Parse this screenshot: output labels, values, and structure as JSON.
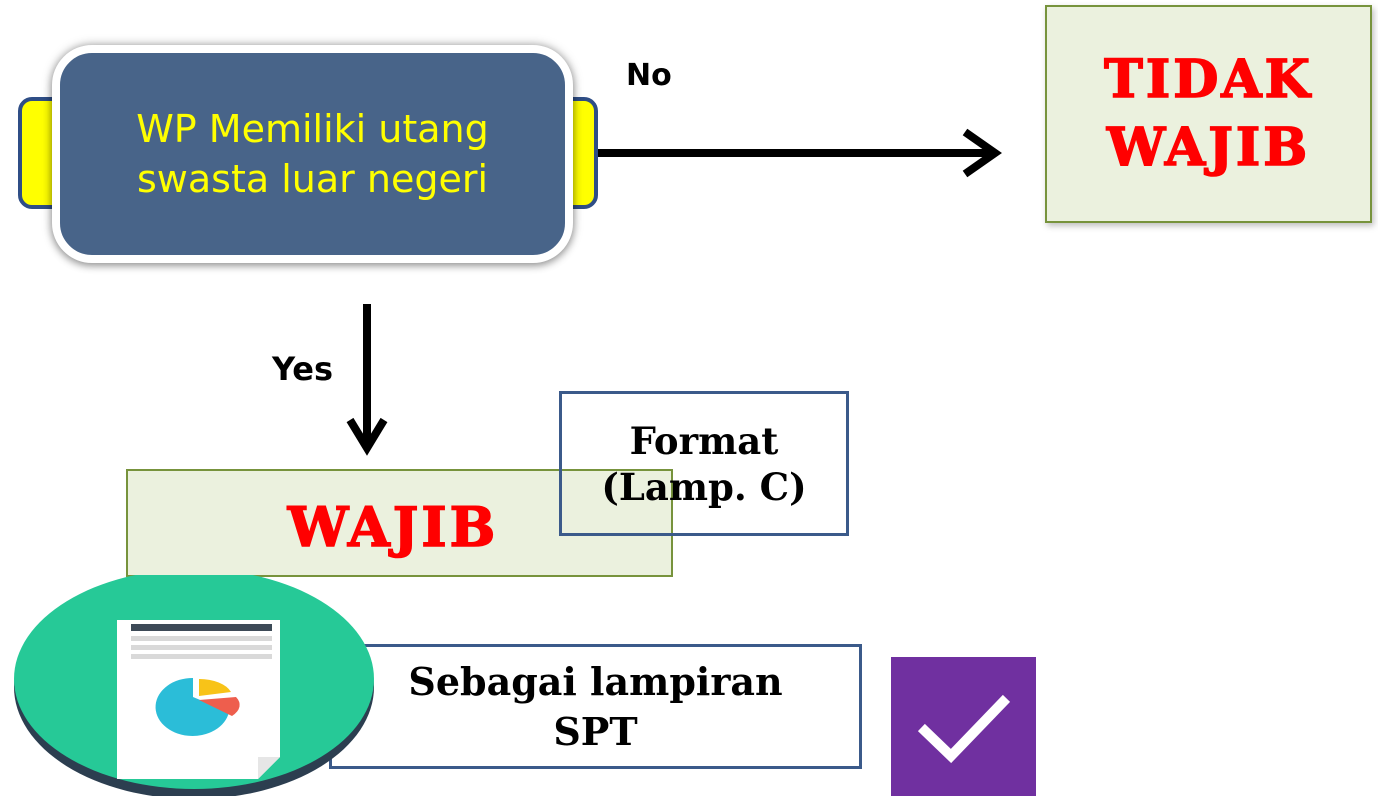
{
  "decision": {
    "text": "WP Memiliki utang swasta luar negeri"
  },
  "branches": {
    "no_label": "No",
    "yes_label": "Yes"
  },
  "outcomes": {
    "not_required": "TIDAK WAJIB",
    "required": "WAJIB"
  },
  "format_note": {
    "text": "Format (Lamp. C)"
  },
  "attachment_note": {
    "text": "Sebagai lampiran SPT"
  },
  "icons": {
    "report": "document-pie-chart-icon",
    "confirm": "checkmark-icon"
  },
  "colors": {
    "decision_fill": "#486489",
    "decision_text": "#ffff00",
    "side_tabs": "#ffff00",
    "result_fill": "#ebf1de",
    "result_border": "#77933c",
    "result_text": "#ff0000",
    "note_border": "#3b5a8a",
    "report_circle": "#26c997",
    "check_fill": "#7030a0"
  }
}
